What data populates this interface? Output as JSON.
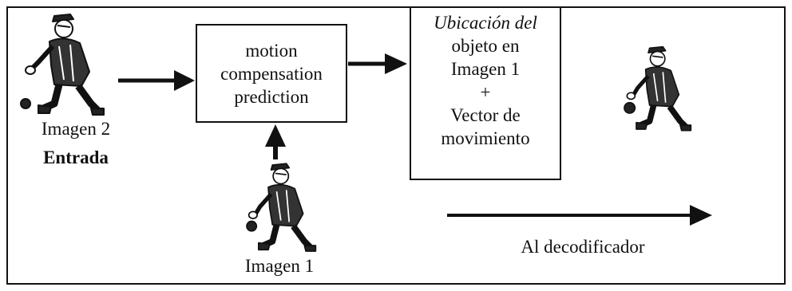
{
  "diagram": {
    "motion_box": {
      "lines": [
        "motion",
        "compensation",
        "prediction"
      ]
    },
    "location_box": {
      "line1": "Ubicación del",
      "line2": "objeto en",
      "line3": "Imagen 1",
      "line4": "+",
      "line5": "Vector de",
      "line6": "movimiento"
    },
    "image2_label": "Imagen 2",
    "input_label": "Entrada",
    "image1_label": "Imagen 1",
    "decoder_label": "Al decodificador",
    "figures": [
      "bowler-figure-icon",
      "bowler-figure-icon",
      "bowler-figure-icon"
    ]
  }
}
